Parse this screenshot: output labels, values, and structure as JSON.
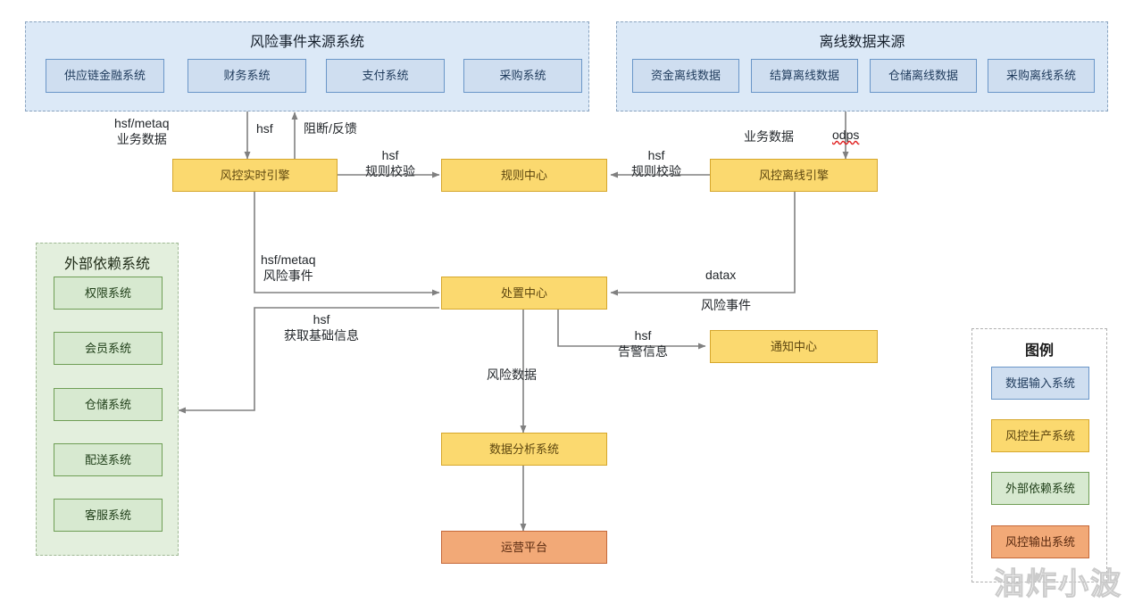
{
  "diagram": {
    "title_source_systems": "风险事件来源系统",
    "title_offline_sources": "离线数据来源",
    "title_external": "外部依赖系统",
    "title_legend": "图例",
    "watermark": "油炸小波"
  },
  "source_systems": [
    {
      "label": "供应链金融系统"
    },
    {
      "label": "财务系统"
    },
    {
      "label": "支付系统"
    },
    {
      "label": "采购系统"
    }
  ],
  "offline_sources": [
    {
      "label": "资金离线数据"
    },
    {
      "label": "结算离线数据"
    },
    {
      "label": "仓储离线数据"
    },
    {
      "label": "采购离线系统"
    }
  ],
  "external_systems": [
    {
      "label": "权限系统"
    },
    {
      "label": "会员系统"
    },
    {
      "label": "仓储系统"
    },
    {
      "label": "配送系统"
    },
    {
      "label": "客服系统"
    }
  ],
  "nodes": {
    "realtime_engine": "风控实时引擎",
    "rule_center": "规则中心",
    "offline_engine": "风控离线引擎",
    "disposal_center": "处置中心",
    "notify_center": "通知中心",
    "analysis_system": "数据分析系统",
    "ops_platform": "运营平台"
  },
  "edge_labels": {
    "hsf_metaq_business": "hsf/metaq\n业务数据",
    "hsf": "hsf",
    "block_feedback": "阻断/反馈",
    "hsf_rule_check_left": "hsf\n规则校验",
    "hsf_rule_check_right": "hsf\n规则校验",
    "business_data": "业务数据",
    "odps": "odps",
    "hsf_metaq_risk_event": "hsf/metaq\n风险事件",
    "hsf_base_info": "hsf\n获取基础信息",
    "datax": "datax",
    "risk_event": "风险事件",
    "hsf_alarm": "hsf\n告警信息",
    "risk_data": "风险数据"
  },
  "legend": [
    {
      "label": "数据输入系统",
      "color": "#cfdef0"
    },
    {
      "label": "风控生产系统",
      "color": "#fbd96f"
    },
    {
      "label": "外部依赖系统",
      "color": "#d7e9d0"
    },
    {
      "label": "风控输出系统",
      "color": "#f2a977"
    }
  ],
  "colors": {
    "blue_fill": "#cfdef0",
    "yellow_fill": "#fbd96f",
    "green_fill": "#d7e9d0",
    "orange_fill": "#f2a977",
    "line": "#808080"
  }
}
